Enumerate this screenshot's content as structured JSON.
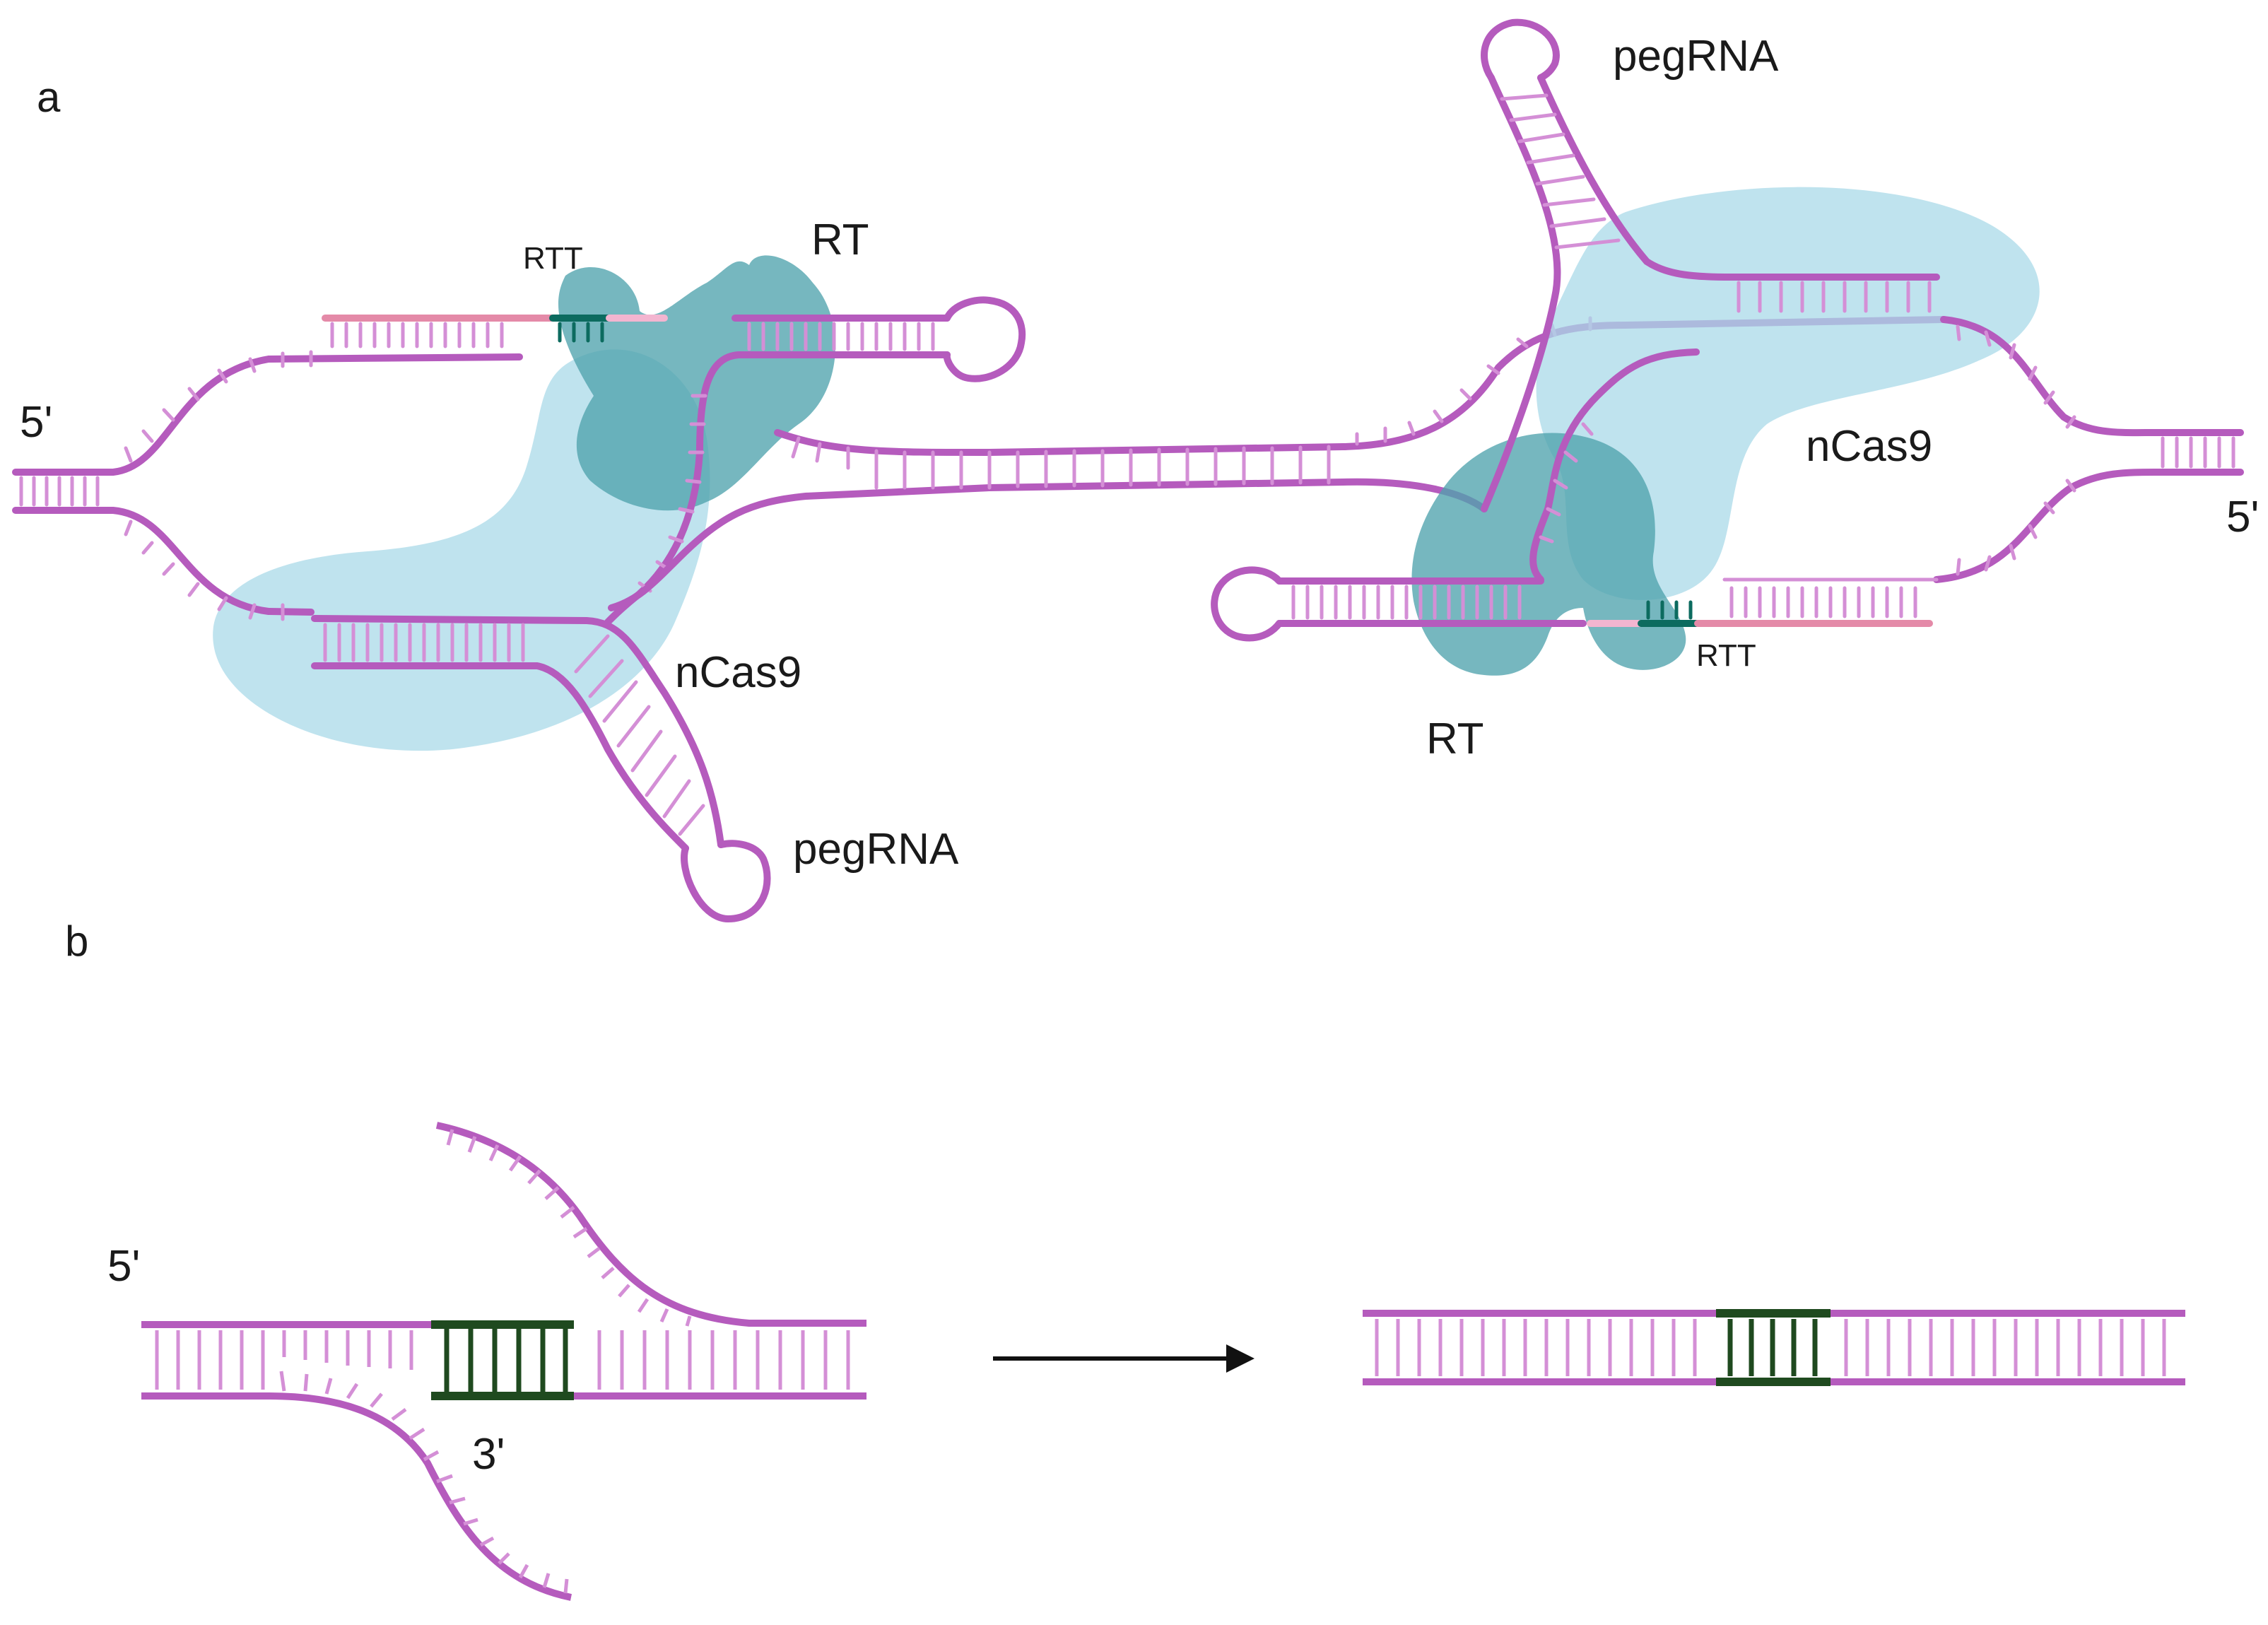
{
  "panels": {
    "a": "a",
    "b": "b"
  },
  "labels": {
    "five_prime_left": "5'",
    "five_prime_right": "5'",
    "rtt_left": "RTT",
    "rtt_right": "RTT",
    "rt_left": "RT",
    "rt_right": "RT",
    "ncas9_left": "nCas9",
    "ncas9_right": "nCas9",
    "pegrna_left": "pegRNA",
    "pegrna_right": "pegRNA",
    "five_prime_b": "5'",
    "three_prime_b": "3'"
  },
  "colors": {
    "dna_strand": "#b55bbd",
    "dna_rung": "#d48fd6",
    "edited_strand": "#1f4a1f",
    "rtt_segment": "#0c6b5f",
    "pink_segment": "#e48aa8",
    "light_pink": "#f3b5d0",
    "ncas9_fill": "#a9d9e8",
    "rt_fill": "#4fa3ad",
    "arrow": "#111111"
  }
}
